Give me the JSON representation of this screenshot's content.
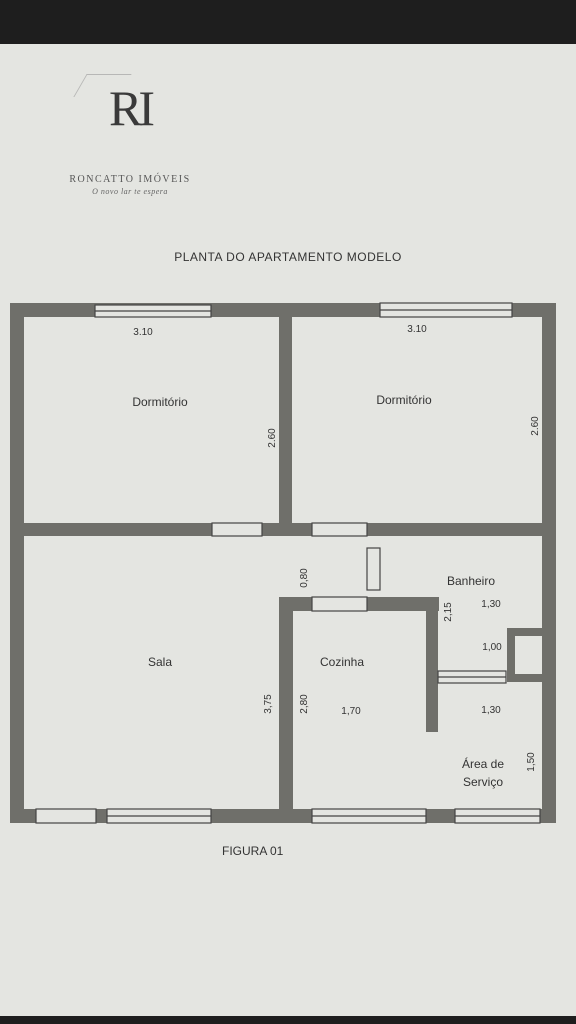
{
  "logo": {
    "monogram": "RI",
    "company": "RONCATTO IMÓVEIS",
    "tagline": "O novo lar te espera"
  },
  "title": "PLANTA DO APARTAMENTO MODELO",
  "caption": "FIGURA 01",
  "rooms": {
    "dorm_left": "Dormitório",
    "dorm_right": "Dormitório",
    "sala": "Sala",
    "cozinha": "Cozinha",
    "banheiro": "Banheiro",
    "area_servico_1": "Área de",
    "area_servico_2": "Serviço"
  },
  "dimensions": {
    "dorm_left_width": "3.10",
    "dorm_right_width": "3.10",
    "dorm_left_depth": "2.60",
    "dorm_right_depth": "2.60",
    "hall": "0,80",
    "sala_depth": "3,75",
    "cozinha_depth": "2,80",
    "cozinha_width": "1,70",
    "banheiro_depth": "2,15",
    "banheiro_width": "1,30",
    "shaft": "1,00",
    "servico_width": "1,30",
    "servico_depth": "1,50"
  },
  "colors": {
    "paper": "#e4e5e1",
    "wall": "#6f6f6a",
    "text": "#333333"
  }
}
